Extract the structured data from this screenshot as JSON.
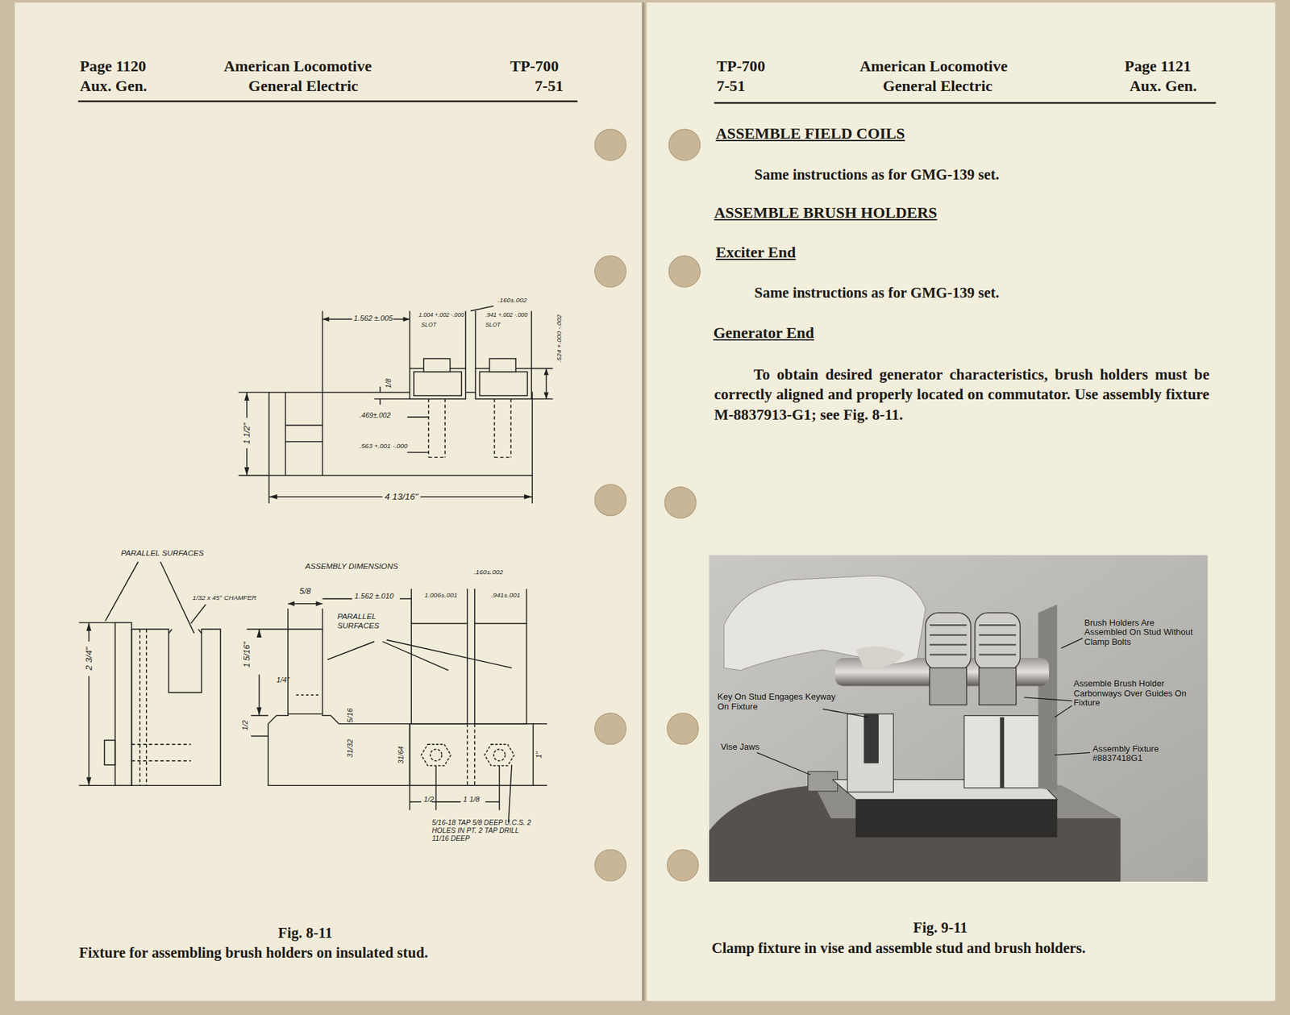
{
  "diagram": {
    "labels": [
      "Page 1120",
      "Aux. Gen.",
      "American Locomotive",
      "General Electric",
      "TP-700",
      "7-51",
      "TP-700",
      "7-51",
      "American Locomotive",
      "General Electric",
      "Page 1121",
      "Aux. Gen.",
      "ASSEMBLE FIELD COILS",
      "Same instructions as for GMG-139 set.",
      "ASSEMBLE BRUSH HOLDERS",
      "Exciter End",
      "Same instructions as for GMG-139 set.",
      "Generator End",
      "To obtain desired generator characteristics, brush holders must be correctly aligned and properly located on commutator. Use assembly fixture M-8837913-G1; see Fig. 8-11.",
      "Brush Holders Are Assembled On Stud Without Clamp Bolts",
      "Assemble Brush Holder Carbonways Over Guides On Fixture",
      "Key On Stud Engages Keyway On Fixture",
      "Vise Jaws",
      "Assembly Fixture #8837418G1",
      "Fig. 9-11",
      "Clamp fixture in vise and assemble stud and brush holders.",
      "Fig. 8-11",
      "Fixture for assembling brush holders on insulated stud.",
      "1.562 ±.005",
      "1.004 +.002 -.000",
      "SLOT",
      ".941 +.002 -.000",
      "SLOT",
      ".160±.002",
      ".524 +.000 -.002",
      "1/8",
      ".469±.002",
      ".563 +.001 -.000",
      "1 1/2\"",
      "4 13/16\"",
      "PARALLEL SURFACES",
      "1/32 x 45° CHAMFER",
      "ASSEMBLY DIMENSIONS",
      ".160±.002",
      "5/8",
      "1.562 ±.010",
      "1.006±.001",
      ".941±.001",
      "PARALLEL SURFACES",
      "2 3/4\"",
      "1 5/16\"",
      "1/4\"",
      "1/2",
      "5/16",
      "31/32",
      "31/64",
      "1\"",
      "1/2",
      "1 1/8",
      "5/16-18 TAP 5/8 DEEP U.C.S. 2 HOLES IN PT. 2 TAP DRILL 11/16 DEEP"
    ]
  }
}
